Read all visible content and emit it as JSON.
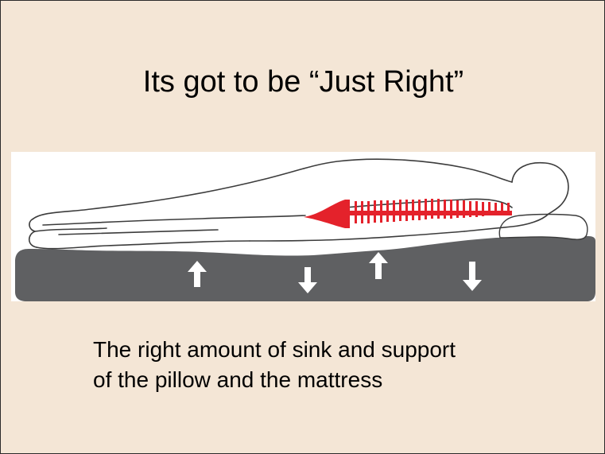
{
  "slide": {
    "title": "Its got to be “Just Right”",
    "caption_lines": [
      "The right amount of sink and support",
      "of the pillow and the mattress"
    ]
  },
  "colors": {
    "background": "#f4e6d6",
    "figure_background": "#ffffff",
    "mattress": "#5f6062",
    "spine": "#e4222b",
    "body_outline": "#3c3c3c",
    "arrows": "#ffffff"
  },
  "figure": {
    "arrows": [
      {
        "name": "arrow-up-1",
        "direction": "up"
      },
      {
        "name": "arrow-down-1",
        "direction": "down"
      },
      {
        "name": "arrow-up-2",
        "direction": "up"
      },
      {
        "name": "arrow-down-2",
        "direction": "down"
      }
    ]
  }
}
